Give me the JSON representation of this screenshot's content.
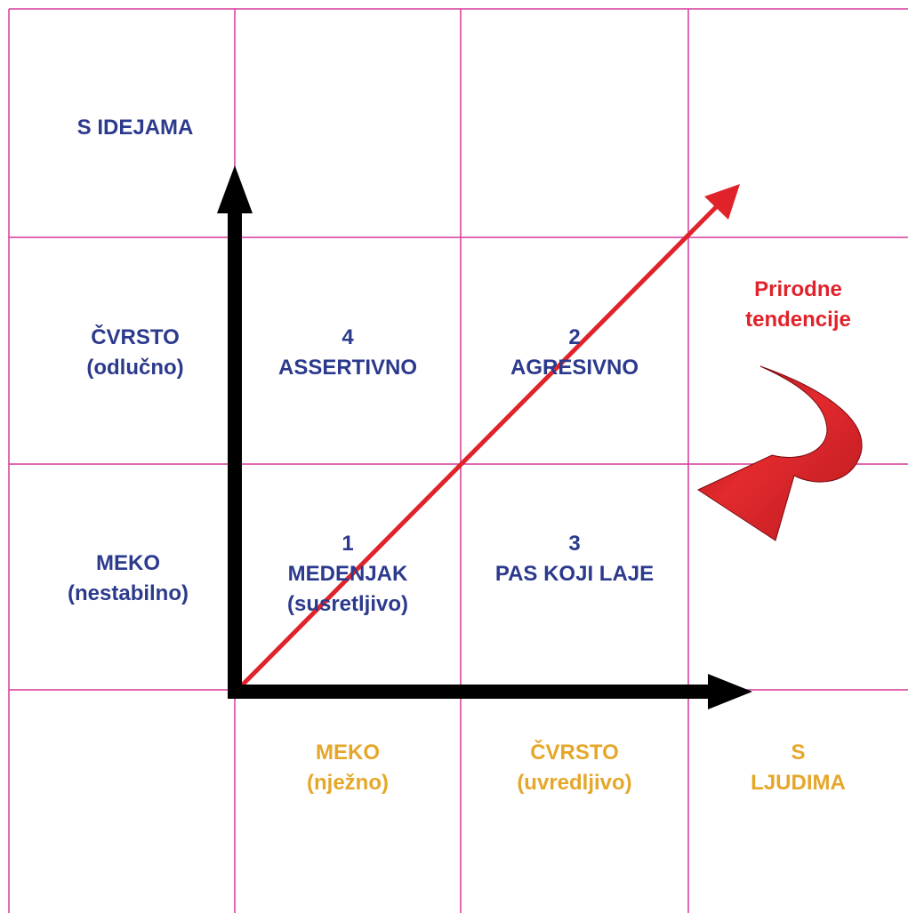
{
  "colors": {
    "grid_line": "#d63a9a",
    "row_label": "#2b3a8c",
    "column_label": "#e5a72a",
    "quadrant_label": "#2b3a8c",
    "tendency": "#e0232b",
    "axis": "#000000"
  },
  "row_labels": {
    "top": {
      "line1": "S IDEJAMA"
    },
    "upper": {
      "line1": "ČVRSTO",
      "line2": "(odlučno)"
    },
    "lower": {
      "line1": "MEKO",
      "line2": "(nestabilno)"
    }
  },
  "column_labels": {
    "left": {
      "line1": "MEKO",
      "line2": "(nježno)"
    },
    "middle": {
      "line1": "ČVRSTO",
      "line2": "(uvredljivo)"
    },
    "right": {
      "line1": "S",
      "line2": "LJUDIMA"
    }
  },
  "quadrants": {
    "top_left": {
      "number": "4",
      "line1": "ASSERTIVNO"
    },
    "top_right": {
      "number": "2",
      "line1": "AGRESIVNO"
    },
    "bottom_left": {
      "number": "1",
      "line1": "MEDENJAK",
      "line2": "(susretljivo)"
    },
    "bottom_right": {
      "number": "3",
      "line1": "PAS KOJI LAJE"
    }
  },
  "tendency": {
    "line1": "Prirodne",
    "line2": "tendencije",
    "icon": "curved-arrow-icon"
  }
}
